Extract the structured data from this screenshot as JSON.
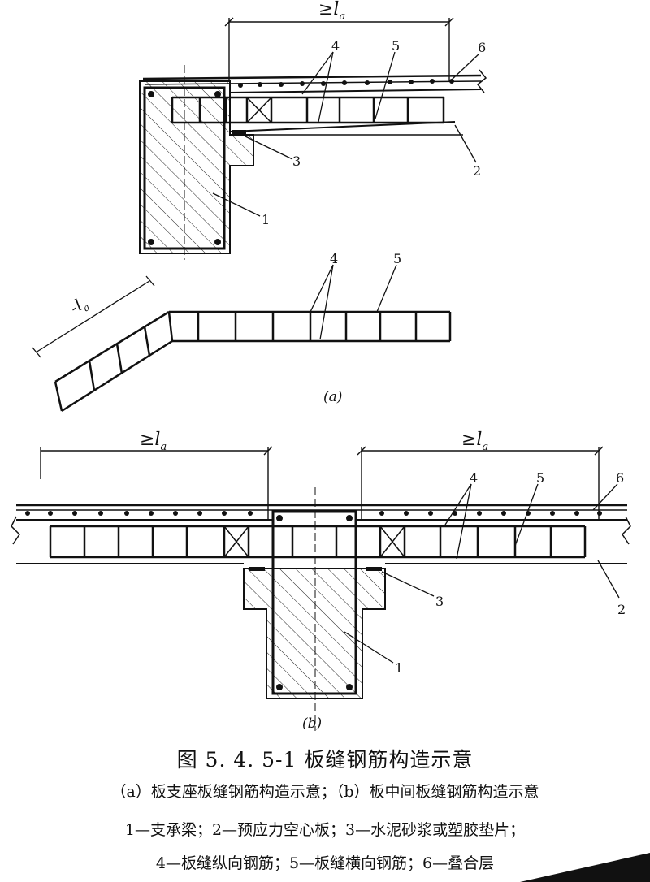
{
  "figure": {
    "title": "图 5. 4. 5-1   板缝钢筋构造示意",
    "subtitle": "（a）板支座板缝钢筋构造示意；（b）板中间板缝钢筋构造示意",
    "legend_line1": "1—支承梁；2—预应力空心板；3—水泥砂浆或塑胶垫片；",
    "legend_line2": "4—板缝纵向钢筋；5—板缝横向钢筋；6—叠合层"
  },
  "diagram_a": {
    "panel_label": "(a)",
    "dim_label": "≥l",
    "dim_sub": "a",
    "dim_label_bent": "-l",
    "dim_sub_bent": "a",
    "callouts": [
      "1",
      "2",
      "3",
      "4",
      "5",
      "6"
    ],
    "lower_callouts": [
      "4",
      "5"
    ]
  },
  "diagram_b": {
    "panel_label": "(b)",
    "dim_label_left": "≥l",
    "dim_sub_left": "a",
    "dim_label_right": "≥l",
    "dim_sub_right": "a",
    "callouts": [
      "1",
      "2",
      "3",
      "4",
      "5",
      "6"
    ]
  }
}
